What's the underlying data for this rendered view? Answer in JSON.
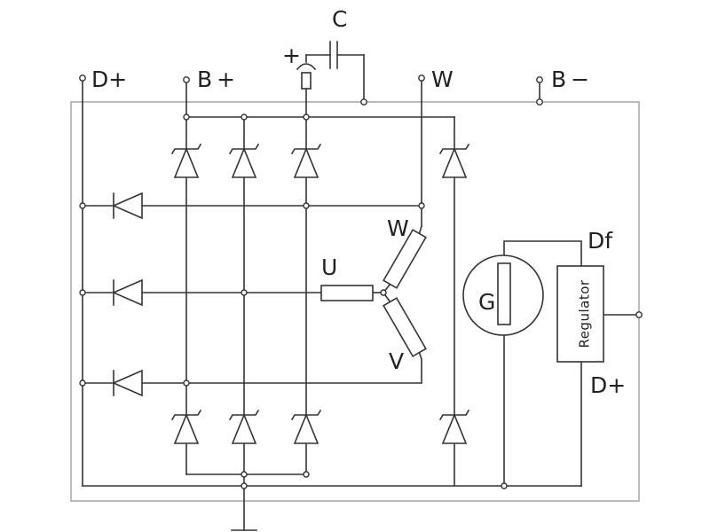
{
  "terminals": {
    "d_plus": "D+",
    "b_plus": "B+",
    "w": "W",
    "b_minus": "B−"
  },
  "capacitor": {
    "label": "C",
    "polarity": "+"
  },
  "windings": {
    "u": "U",
    "v": "V",
    "w": "W"
  },
  "generator": {
    "label": "G"
  },
  "field": {
    "terminal": "Df"
  },
  "regulator": {
    "label": "Regulator",
    "terminal": "D+"
  },
  "colors": {
    "line": "#333333",
    "frame": "#9e9e9e",
    "background": "#ffffff"
  }
}
